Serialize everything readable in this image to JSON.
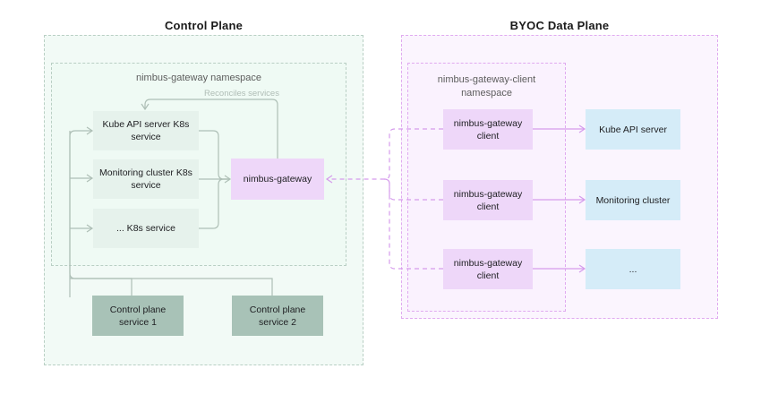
{
  "diagram": {
    "title_left": "Control Plane",
    "title_right": "BYOC Data Plane",
    "namespace_left": "nimbus-gateway namespace",
    "namespace_right": "nimbus-gateway-client\nnamespace",
    "edge_label_reconciles": "Reconciles services",
    "colors": {
      "mint_box": "#e6f2ec",
      "sage_box": "#a8c2b7",
      "violet_box": "#eed7f9",
      "blue_box": "#d5ecf8",
      "green_plane_bg": "#f2faf6",
      "green_dash": "#b9cfc4",
      "purple_plane_bg": "#fbf5fe",
      "purple_dash": "#e0aaf0",
      "green_wire": "#aebfb6",
      "purple_wire": "#d59bec",
      "title_text": "#1a1a1a",
      "label_text": "#5d5d5d"
    },
    "control_plane": {
      "k8s_services": [
        {
          "label": "Kube API server K8s\nservice"
        },
        {
          "label": "Monitoring cluster K8s\nservice"
        },
        {
          "label": "... K8s service"
        }
      ],
      "gateway": {
        "label": "nimbus-gateway"
      },
      "platform_services": [
        {
          "label": "Control plane\nservice 1"
        },
        {
          "label": "Control plane\nservice 2"
        }
      ]
    },
    "data_plane": {
      "clients": [
        {
          "label": "nimbus-gateway\nclient"
        },
        {
          "label": "nimbus-gateway\nclient"
        },
        {
          "label": "nimbus-gateway\nclient"
        }
      ],
      "targets": [
        {
          "label": "Kube API server"
        },
        {
          "label": "Monitoring cluster"
        },
        {
          "label": "..."
        }
      ]
    }
  }
}
